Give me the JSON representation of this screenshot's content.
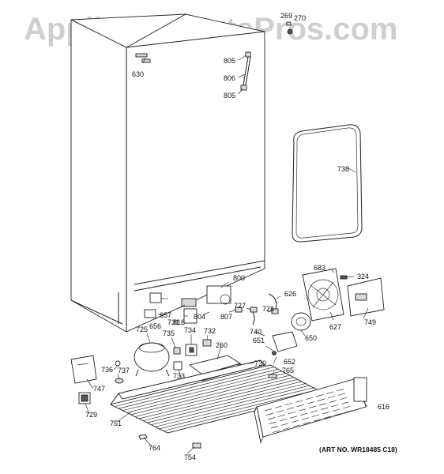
{
  "watermark": "AppliancePartsPros.com",
  "art_number": "(ART NO. WR18485 C18)",
  "callouts": [
    {
      "id": "269",
      "text": "269"
    },
    {
      "id": "270",
      "text": "270"
    },
    {
      "id": "630",
      "text": "630"
    },
    {
      "id": "805a",
      "text": "805"
    },
    {
      "id": "806",
      "text": "806"
    },
    {
      "id": "805b",
      "text": "805"
    },
    {
      "id": "738",
      "text": "738"
    },
    {
      "id": "683",
      "text": "683"
    },
    {
      "id": "324",
      "text": "324"
    },
    {
      "id": "800",
      "text": "800"
    },
    {
      "id": "626",
      "text": "626"
    },
    {
      "id": "727",
      "text": "727"
    },
    {
      "id": "728",
      "text": "728"
    },
    {
      "id": "657",
      "text": "657"
    },
    {
      "id": "731",
      "text": "731"
    },
    {
      "id": "656",
      "text": "656"
    },
    {
      "id": "818",
      "text": "818"
    },
    {
      "id": "804",
      "text": "804"
    },
    {
      "id": "807",
      "text": "807"
    },
    {
      "id": "627",
      "text": "627"
    },
    {
      "id": "749",
      "text": "749"
    },
    {
      "id": "725",
      "text": "725"
    },
    {
      "id": "735",
      "text": "735"
    },
    {
      "id": "734",
      "text": "734"
    },
    {
      "id": "732",
      "text": "732"
    },
    {
      "id": "740",
      "text": "740"
    },
    {
      "id": "650",
      "text": "650"
    },
    {
      "id": "260",
      "text": "260"
    },
    {
      "id": "651",
      "text": "651"
    },
    {
      "id": "652",
      "text": "652"
    },
    {
      "id": "736",
      "text": "736"
    },
    {
      "id": "737",
      "text": "737"
    },
    {
      "id": "733",
      "text": "733"
    },
    {
      "id": "730",
      "text": "730"
    },
    {
      "id": "765",
      "text": "765"
    },
    {
      "id": "747",
      "text": "747"
    },
    {
      "id": "729",
      "text": "729"
    },
    {
      "id": "751",
      "text": "751"
    },
    {
      "id": "616",
      "text": "616"
    },
    {
      "id": "764",
      "text": "764"
    },
    {
      "id": "754",
      "text": "754"
    }
  ]
}
